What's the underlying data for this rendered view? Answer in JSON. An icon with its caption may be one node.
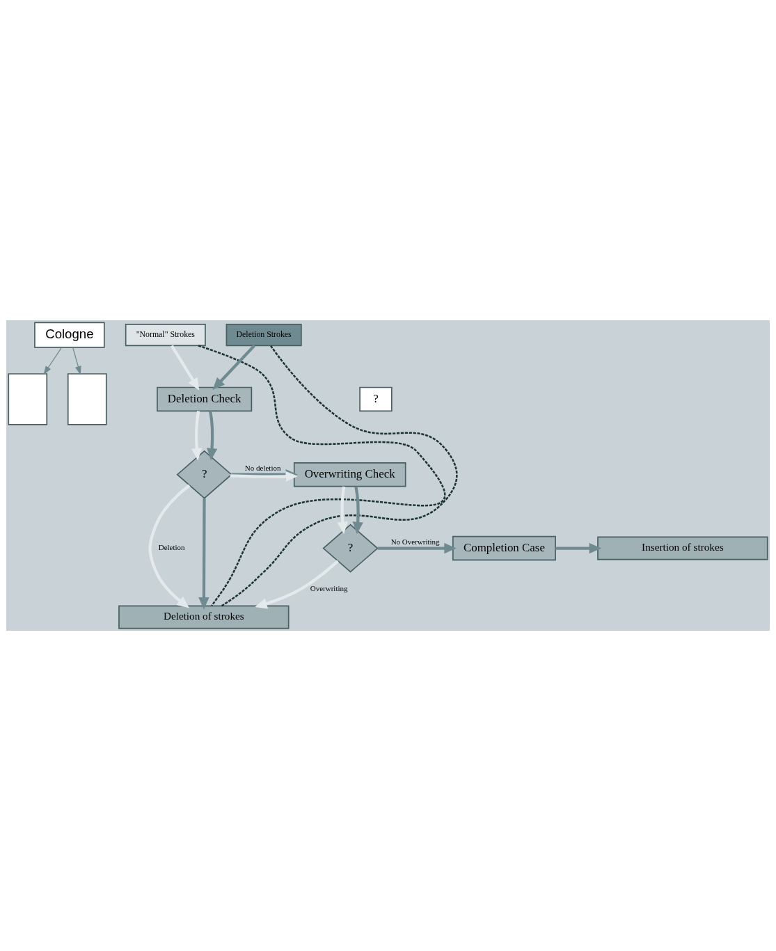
{
  "diagram": {
    "nodes": [
      {
        "text": [
          "Cologne"
        ]
      },
      {
        "text": [],
        "shape": "box"
      },
      {
        "text": [],
        "shape": "box"
      },
      {
        "text": [
          "\"Normal\" Strokes"
        ]
      },
      {
        "text": [
          "Deletion Strokes"
        ]
      },
      {
        "text": [
          "Deletion Check"
        ]
      },
      {
        "text": [
          "?"
        ]
      },
      {
        "text": [
          "?"
        ]
      },
      {
        "text": [
          "Overwriting Check"
        ]
      },
      {
        "text": [
          "?"
        ]
      },
      {
        "text": [
          "Completion Case"
        ]
      },
      {
        "text": [
          "Insertion of strokes"
        ]
      },
      {
        "text": [
          "Deletion of strokes"
        ]
      }
    ],
    "edges": [
      {
        "from": 0,
        "to": 1,
        "arrow": "to"
      },
      {
        "from": 0,
        "to": 2,
        "arrow": "to"
      },
      {
        "from": 3,
        "to": 5,
        "arrow": "to",
        "color": "#e4e9eb"
      },
      {
        "from": 4,
        "to": 5,
        "arrow": "to"
      },
      {
        "from": 5,
        "to": 7,
        "arrow": "to",
        "color": "#e4e9eb"
      },
      {
        "from": 5,
        "to": 7,
        "arrow": "to"
      },
      {
        "from": 7,
        "to": 8,
        "arrow": "to",
        "label": "No deletion"
      },
      {
        "from": 7,
        "to": 8,
        "arrow": "to",
        "color": "#e4e9eb"
      },
      {
        "from": 7,
        "to": 12,
        "arrow": "to",
        "color": "#e4e9eb",
        "label": "Deletion"
      },
      {
        "from": 7,
        "to": 12,
        "arrow": "to"
      },
      {
        "from": 8,
        "to": 9,
        "arrow": "to",
        "color": "#e4e9eb"
      },
      {
        "from": 8,
        "to": 9,
        "arrow": "to"
      },
      {
        "from": 9,
        "to": 10,
        "arrow": "to",
        "label": "No Overwriting"
      },
      {
        "from": 9,
        "to": 12,
        "arrow": "to",
        "color": "#e4e9eb",
        "label": "Overwriting"
      },
      {
        "from": 10,
        "to": 11,
        "arrow": "to"
      },
      {
        "from": 3,
        "to": 12,
        "arrow": "none",
        "style": "dashed",
        "color": "#1e3434"
      },
      {
        "from": 4,
        "to": 12,
        "arrow": "none",
        "style": "dashed",
        "color": "#1e3434"
      }
    ]
  }
}
